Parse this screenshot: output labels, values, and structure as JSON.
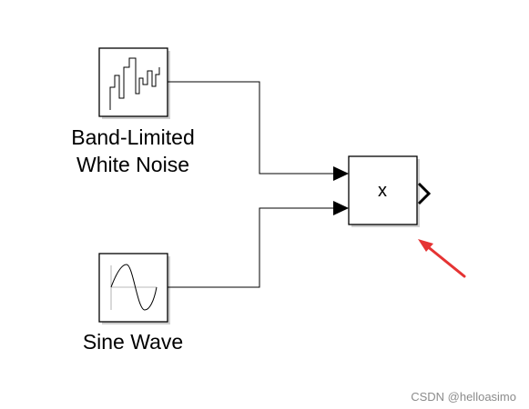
{
  "blocks": {
    "noise": {
      "label_line1": "Band-Limited",
      "label_line2": "White Noise",
      "icon": "band-limited-noise-icon"
    },
    "sine": {
      "label": "Sine Wave",
      "icon": "sine-wave-icon"
    },
    "product": {
      "symbol": "x",
      "icon": "product-block-icon"
    }
  },
  "annotation": {
    "icon": "red-arrow-icon",
    "color": "#e53333"
  },
  "watermark": "CSDN @helloasimo",
  "colors": {
    "line": "#000000",
    "block_border": "#000000",
    "block_fill": "#ffffff",
    "shadow": "#cfcfcf"
  }
}
